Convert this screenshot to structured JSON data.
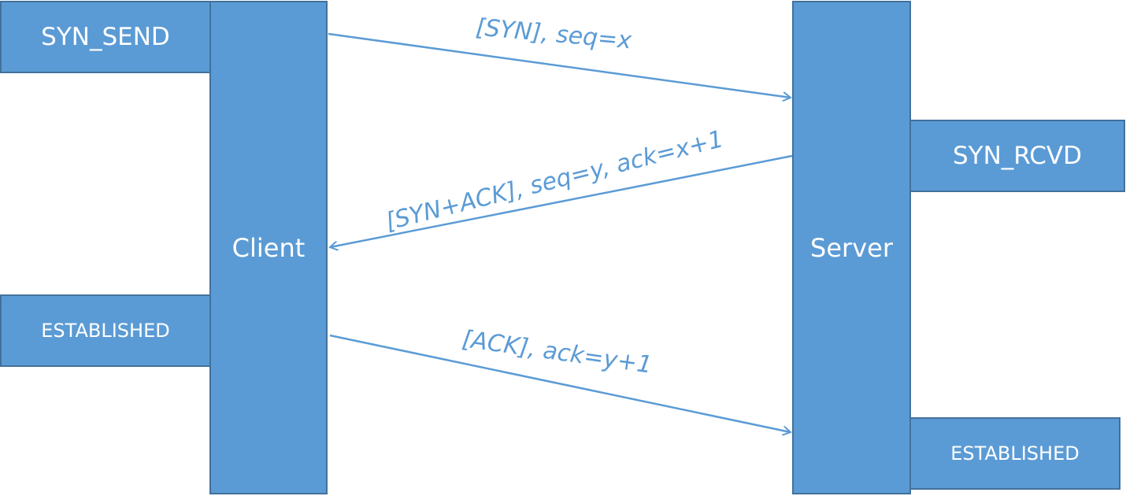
{
  "participants": {
    "client": "Client",
    "server": "Server"
  },
  "states": {
    "client_syn_send": "SYN_SEND",
    "client_established": "ESTABLISHED",
    "server_syn_rcvd": "SYN_RCVD",
    "server_established": "ESTABLISHED"
  },
  "messages": [
    {
      "label": "[SYN], seq=x",
      "from": "Client",
      "to": "Server"
    },
    {
      "label": "[SYN+ACK], seq=y, ack=x+1",
      "from": "Server",
      "to": "Client"
    },
    {
      "label": "[ACK], ack=y+1",
      "from": "Client",
      "to": "Server"
    }
  ],
  "colors": {
    "box_fill": "#5b9bd5",
    "box_border": "#41719c",
    "arrow": "#5b9bd5",
    "text_on_box": "#ffffff"
  }
}
